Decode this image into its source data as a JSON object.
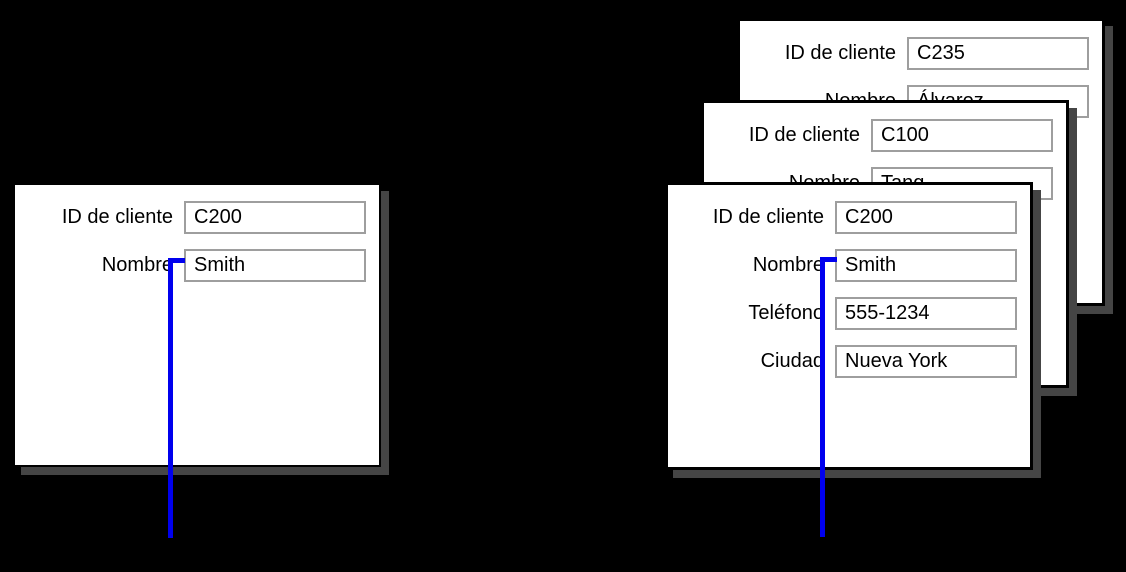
{
  "colors": {
    "background": "#000000",
    "card_background": "#ffffff",
    "card_border": "#000000",
    "card_shadow": "#454545",
    "input_border": "#9e9e9e",
    "connector_line": "#0000ee",
    "text": "#000000"
  },
  "left_card": {
    "fields": [
      {
        "label": "ID de cliente",
        "value": "C200"
      },
      {
        "label": "Nombre",
        "value": "Smith"
      }
    ]
  },
  "stack": {
    "back_card": {
      "fields": [
        {
          "label": "ID de cliente",
          "value": "C235"
        },
        {
          "label": "Nombre",
          "value": "Álvarez"
        }
      ]
    },
    "middle_card": {
      "fields": [
        {
          "label": "ID de cliente",
          "value": "C100"
        },
        {
          "label": "Nombre",
          "value": "Tang"
        }
      ]
    },
    "front_card": {
      "fields": [
        {
          "label": "ID de cliente",
          "value": "C200"
        },
        {
          "label": "Nombre",
          "value": "Smith"
        },
        {
          "label": "Teléfono",
          "value": "555-1234"
        },
        {
          "label": "Ciudad",
          "value": "Nueva York"
        }
      ]
    }
  }
}
